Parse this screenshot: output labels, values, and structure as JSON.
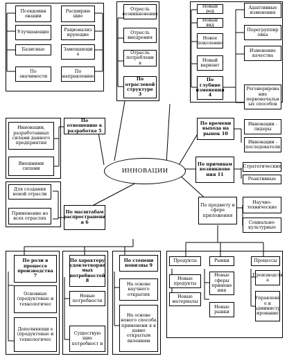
{
  "center": "ИННОВАЦИИ",
  "boxes": {
    "psevdo": "Псевдоинн овации",
    "rasshir": "Расширяю щие",
    "uluch": "Улучшающие",
    "racion": "Рационализ ирующие",
    "bazis": "Базисные",
    "zamesh": "Замещающи е",
    "po_znach": "По значимости",
    "po_naprav": "По направлению",
    "otr_vozn": "Отрасль возникновения",
    "otr_vnedr": "Отрасль внедрения",
    "otr_potr": "Отрасль потреблени я",
    "po_otr_strukt": "По отраслевой структуре 3",
    "novyi_rod": "Новый род",
    "novyi_vid": "Новый вид",
    "novoe_pokol": "Новое поколение",
    "novyi_variant": "Новый вариант",
    "po_glubine": "По глубине изменения 4",
    "adapt": "Адаптивные изменения",
    "peregrup": "Перегруппир овка",
    "izmen_kach": "Изменение качества",
    "regener": "Регенерирова ние первоначальн ых способов",
    "po_otnosh": "По отношению к разработке 5",
    "razrab_silami": "Инновации, разработанные силами данного предприятия",
    "vnesh_silami": "Внешними силами",
    "po_vremeni": "По времени выхода на рынок 10",
    "lidery": "Инновации - лидеры",
    "posled": "Инновации - последователи",
    "po_prichinam": "По причинам возникнове ния 11",
    "strateg": "Стратегические",
    "reakt": "Реактивные",
    "dlya_sozd": "Для создания новой отрасли",
    "primen_vse": "Применение во всех отраслях",
    "po_masshtab": "По масштабам распространени я 6",
    "po_predmetu": "По предмету и сфере приложения",
    "nauch_teh": "Научно-технические",
    "soc_kult": "Социально-культурные",
    "po_roli": "По роли в процессе производства 7",
    "osnovnye": "Основные (продуктовые и технологичес",
    "dopoln": "Дополняющи е (продуктовые и технологичес",
    "po_harakt": "По характеру удовлетворяе мых потребностей 8",
    "nov_potr": "Новые потребности",
    "sush_potr": "Существую щие потребност и",
    "po_stepeni": "По степени новизны 9",
    "na_osn_nauch": "На основе научного открытия",
    "na_osn_nov": "На основе нового способа применени я к давно открытым явлениям",
    "produkty": "Продукты",
    "nov_produkty": "Новые продукты",
    "nov_materialy": "Новые материалы",
    "rynki": "Рынки",
    "nov_sfery": "Новые сферы примене ния",
    "nov_rynki": "Новые рынки",
    "processy": "Процессы",
    "proizvodstva": "Производств а",
    "upravlenie": "Управлени е и администр ирование"
  }
}
